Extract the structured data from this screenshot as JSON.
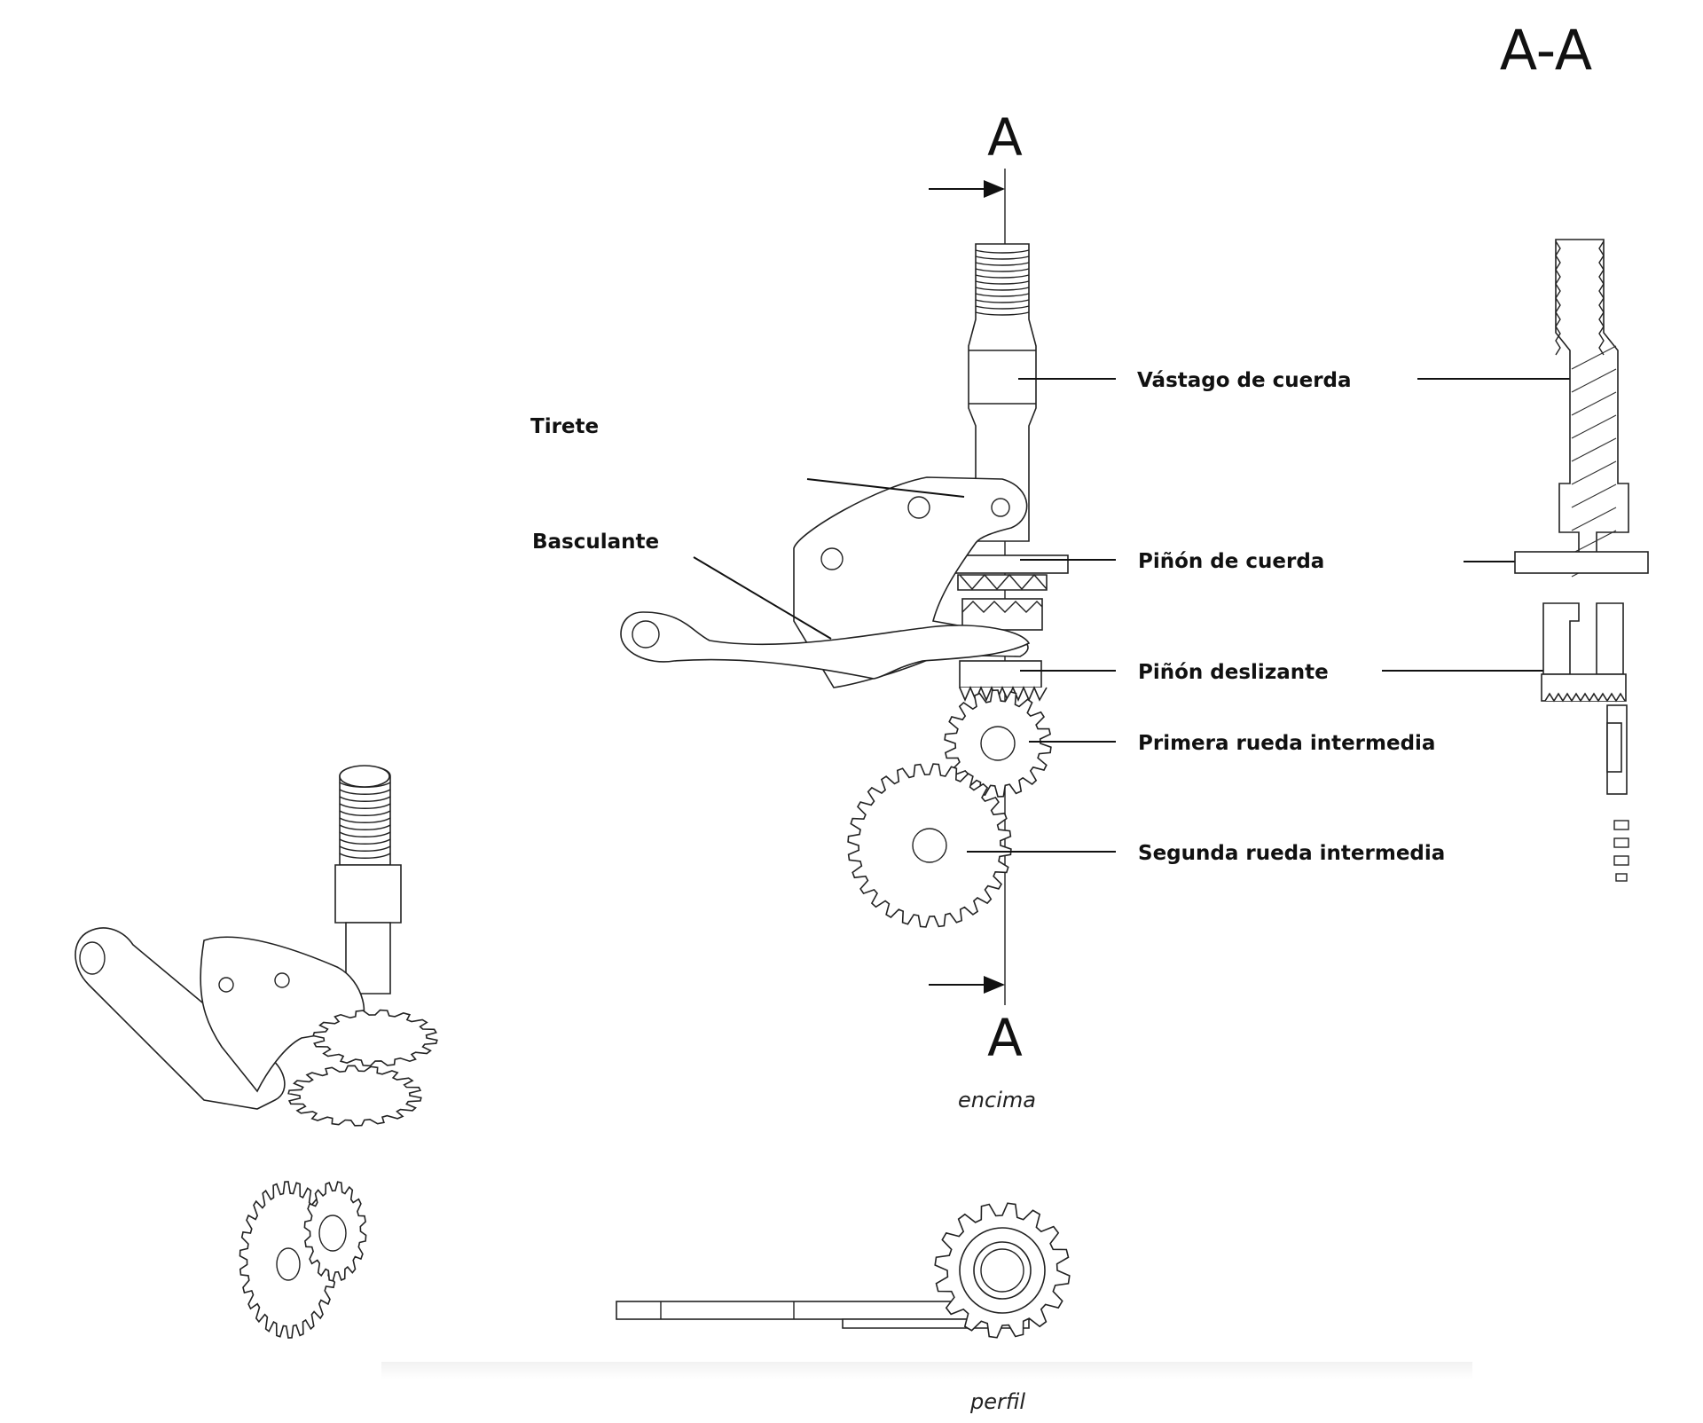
{
  "section_title": "A-A",
  "section_marks": {
    "top": "A",
    "bottom": "A"
  },
  "labels": {
    "vastago": "Vástago de cuerda",
    "tirete": "Tirete",
    "basculante": "Basculante",
    "pinon_cuerda": "Piñón de cuerda",
    "pinon_deslizante": "Piñón deslizante",
    "primera_rueda": "Primera rueda intermedia",
    "segunda_rueda": "Segunda rueda intermedia"
  },
  "captions": {
    "top_view": "encima",
    "profile_view": "perfil"
  }
}
